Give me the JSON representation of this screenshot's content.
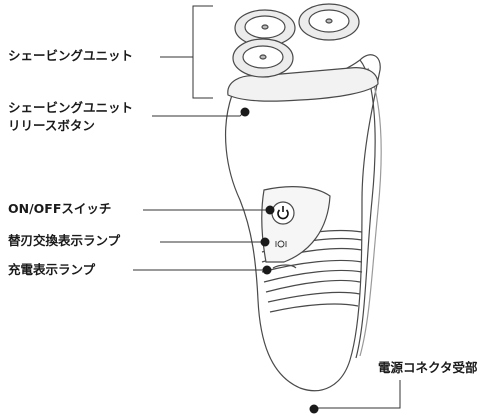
{
  "labels": {
    "shaving_unit": "シェービングユニット",
    "release_button_line1": "シェービングユニット",
    "release_button_line2": "リリースボタン",
    "power_switch": "ON/OFFスイッチ",
    "blade_indicator": "替刃交換表示ランプ",
    "charge_indicator": "充電表示ランプ",
    "connector": "電源コネクタ受部"
  },
  "colors": {
    "outline": "#4a4a4a",
    "body_fill": "#ffffff",
    "shade": "#d8d8d8"
  }
}
